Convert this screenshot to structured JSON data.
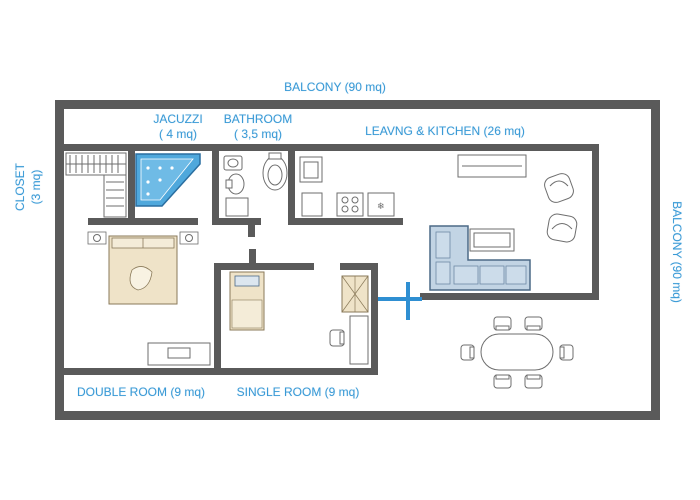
{
  "labels": {
    "balcony_top": "BALCONY (90 mq)",
    "balcony_right": "BALCONY (90 mq)",
    "jacuzzi_name": "JACUZZI",
    "jacuzzi_area": "( 4 mq)",
    "bathroom_name": "BATHROOM",
    "bathroom_area": "( 3,5 mq)",
    "living_kitchen": "LEAVNG & KITCHEN (26 mq)",
    "closet_name": "CLOSET",
    "closet_area": "(3 mq)",
    "double_room": "DOUBLE ROOM (9 mq)",
    "single_room": "SINGLE ROOM (9 mq)"
  },
  "colors": {
    "label": "#3a9ad6",
    "wall": "#5a5a5a",
    "entrance": "#2f8fd2",
    "sofa": "#c2d4e4",
    "bed": "#efe3c8",
    "jacuzzi": "#4fa8dc"
  },
  "icons": {
    "entrance": "plus-entrance-icon"
  }
}
